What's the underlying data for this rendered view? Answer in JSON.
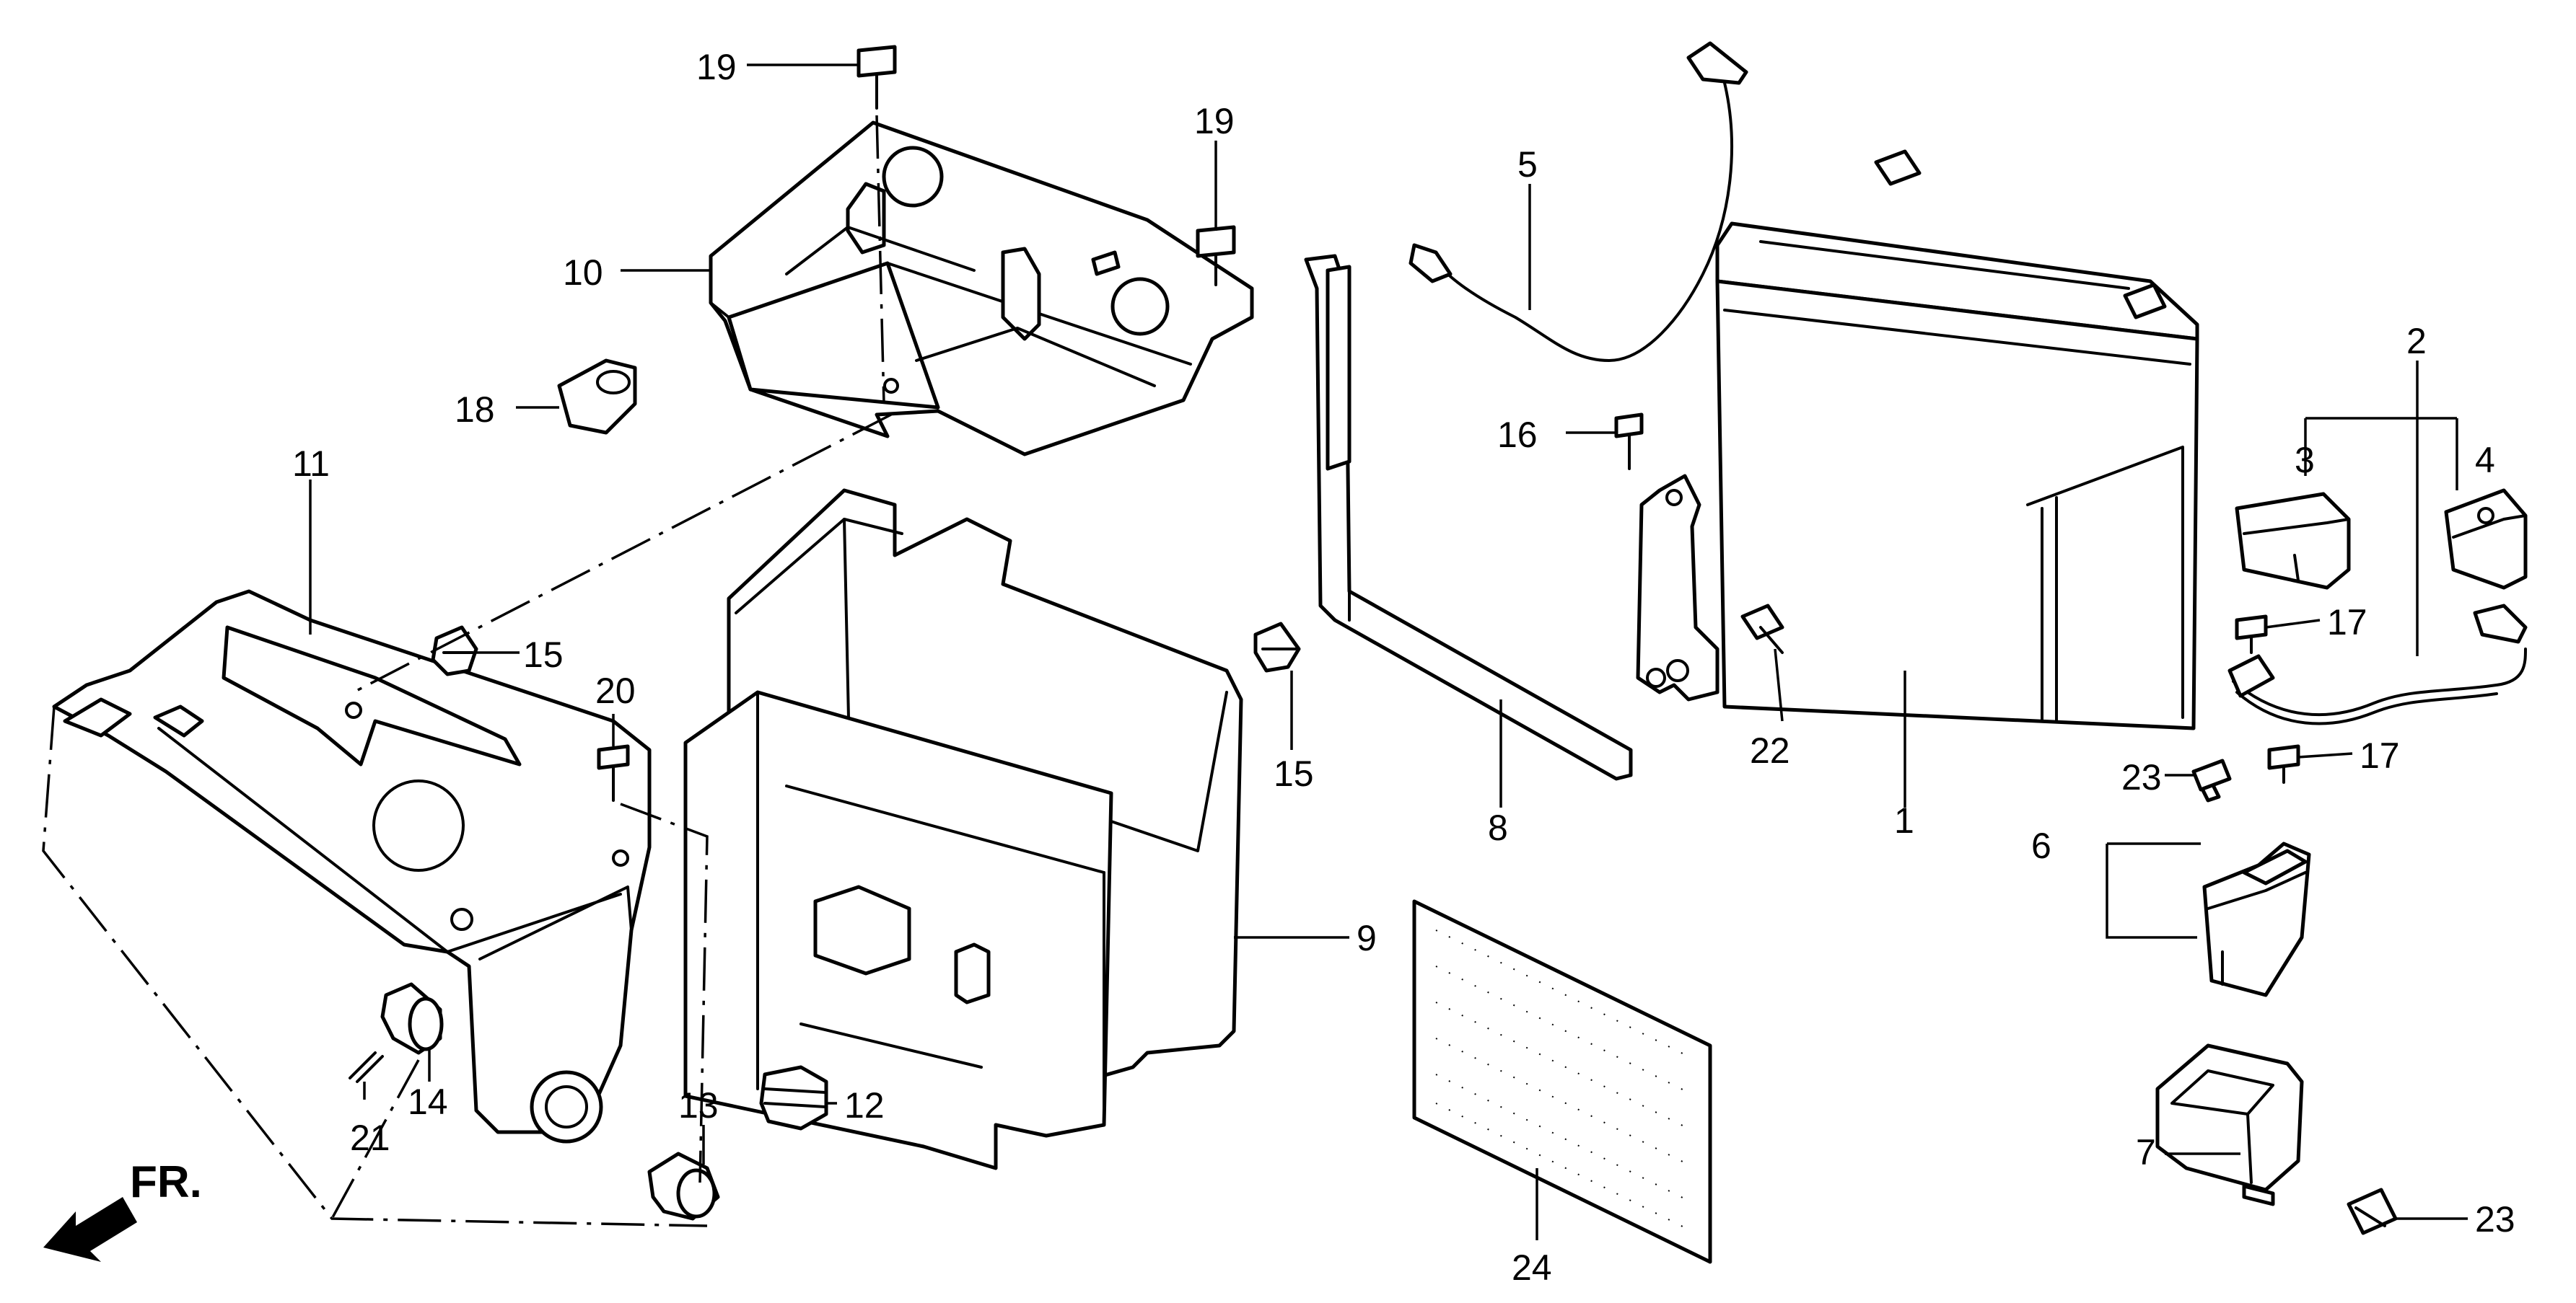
{
  "callouts": {
    "c1": "1",
    "c2": "2",
    "c3": "3",
    "c4": "4",
    "c5": "5",
    "c6": "6",
    "c7": "7",
    "c8": "8",
    "c9": "9",
    "c10": "10",
    "c11": "11",
    "c12": "12",
    "c13": "13",
    "c14": "14",
    "c15a": "15",
    "c15b": "15",
    "c16": "16",
    "c17a": "17",
    "c17b": "17",
    "c18": "18",
    "c19a": "19",
    "c19b": "19",
    "c20": "20",
    "c21": "21",
    "c22": "22",
    "c23a": "23",
    "c23b": "23",
    "c24": "24"
  },
  "direction": {
    "label": "FR."
  }
}
